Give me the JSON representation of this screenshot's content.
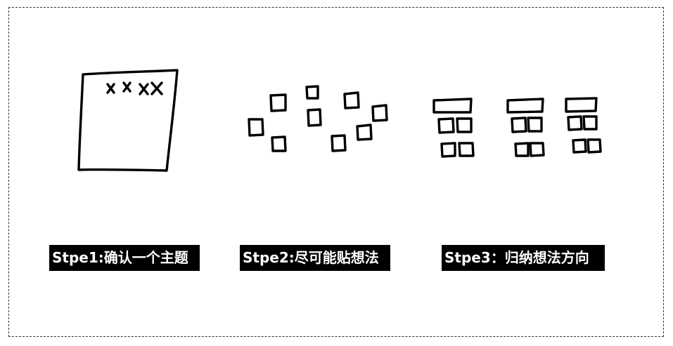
{
  "steps": [
    {
      "label": "Stpe1:确认一个主题",
      "icon": "sheet-with-topic-icon"
    },
    {
      "label": "Stpe2:尽可能贴想法",
      "icon": "scattered-sticky-notes-icon"
    },
    {
      "label": "Stpe3：归纳想法方向",
      "icon": "grouped-sticky-notes-icon"
    }
  ],
  "colors": {
    "ink": "#000000",
    "label_bg": "#000000",
    "label_text": "#ffffff",
    "frame_border": "#333333"
  }
}
